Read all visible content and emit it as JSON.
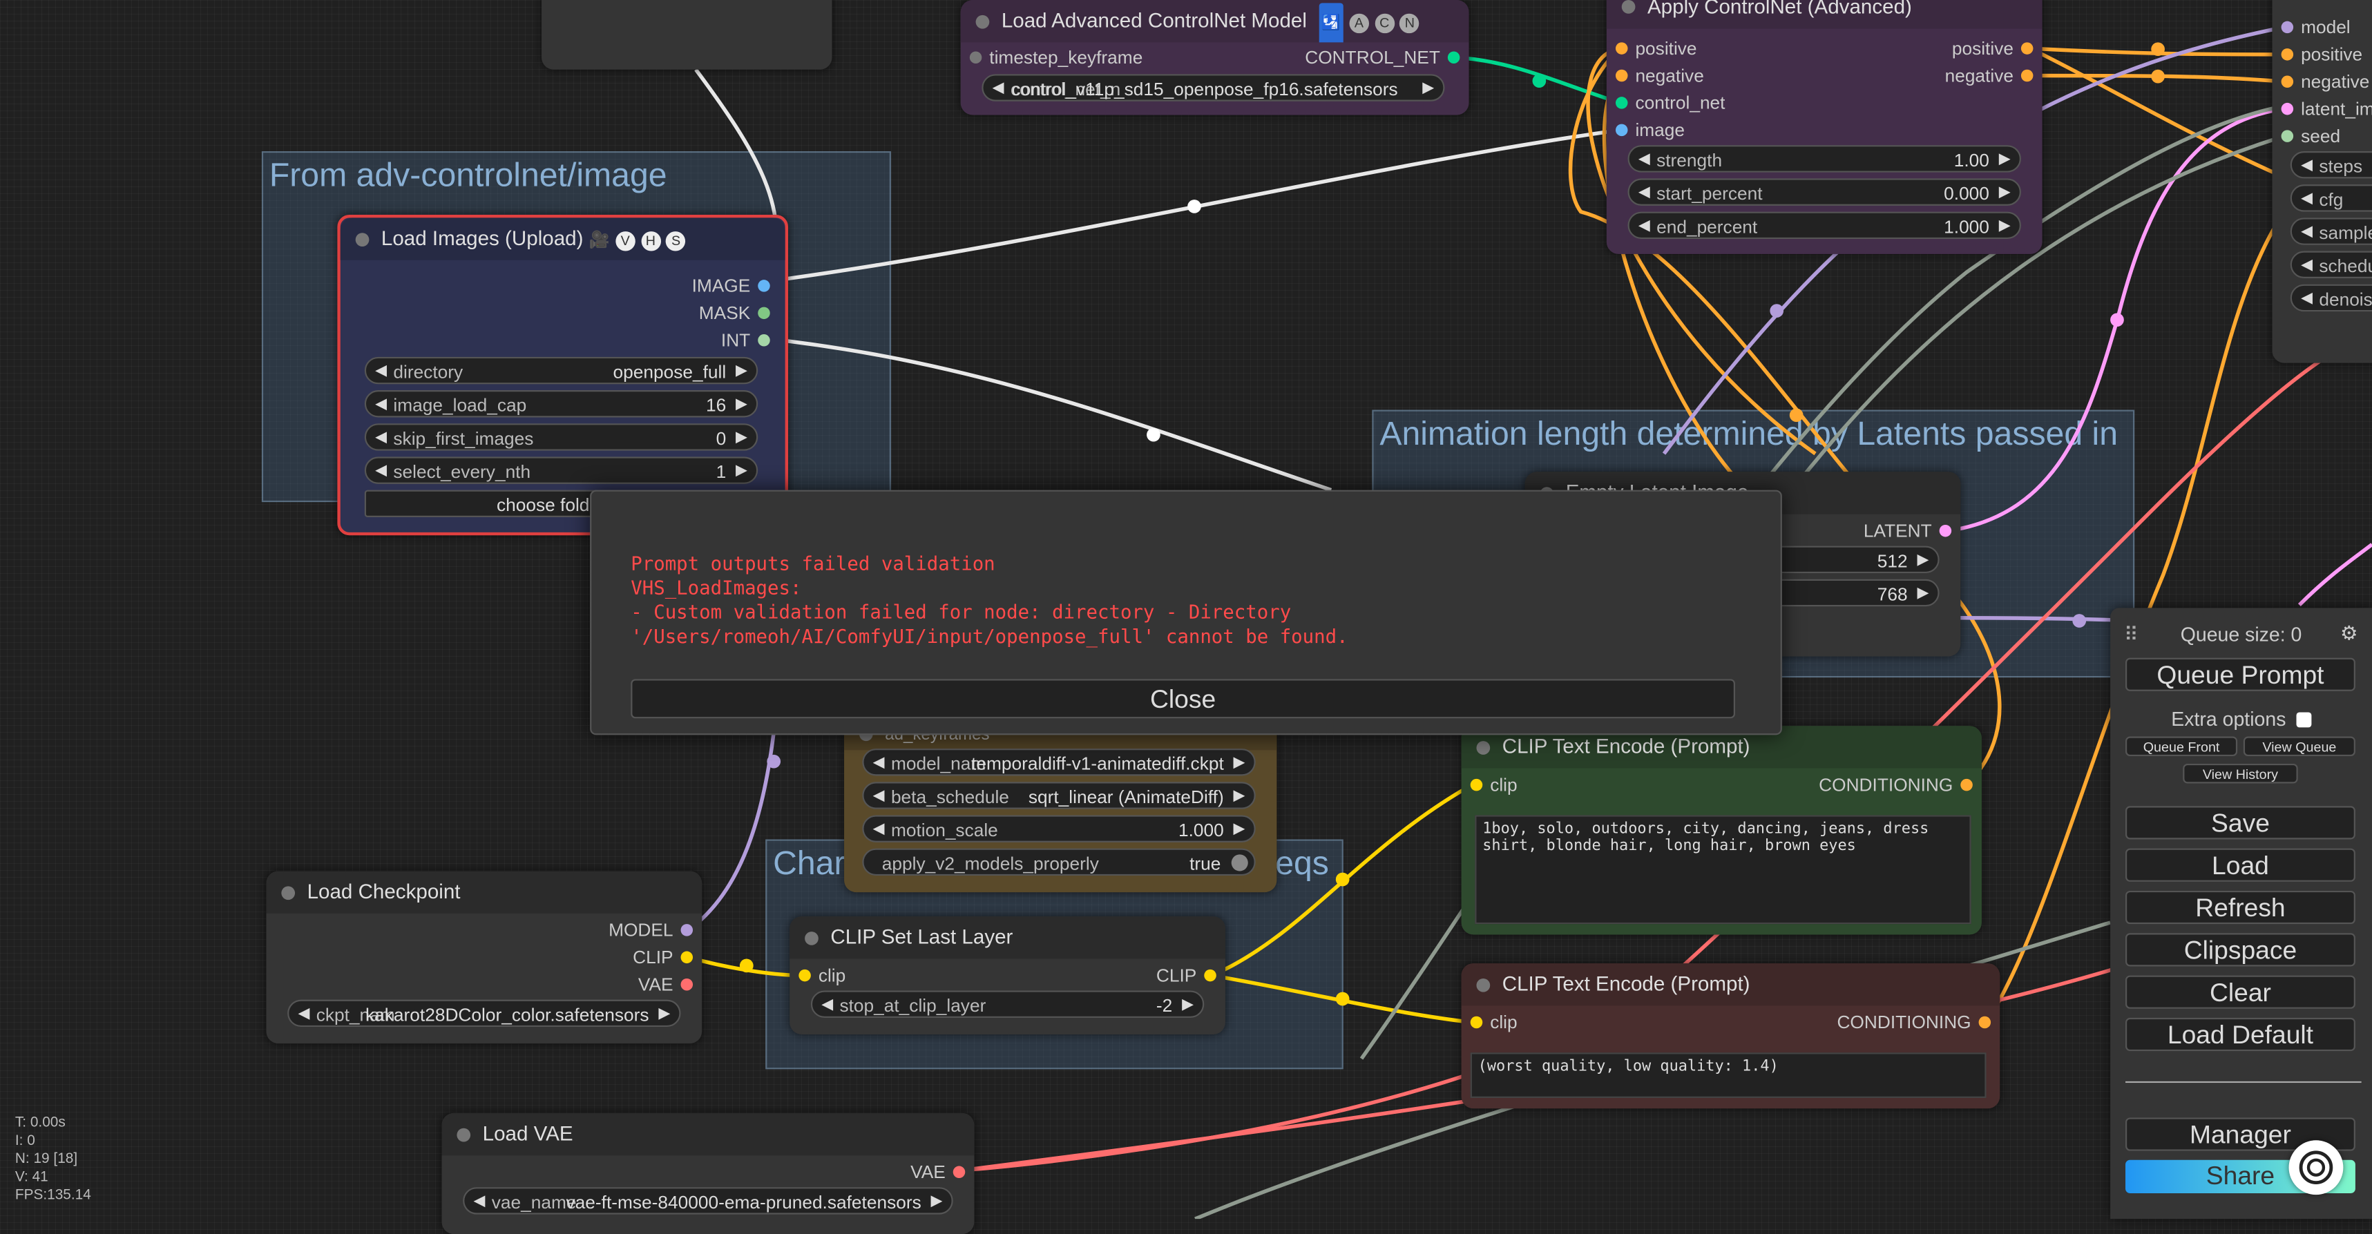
{
  "groups": {
    "adv_controlnet_image": "From adv-controlnet/image",
    "animation_length": "Animation length determined by Latents passed in",
    "change_fragment": "Char",
    "change_fragment_right": "eqs"
  },
  "nodes": {
    "load_advanced_controlnet": {
      "title": "Load Advanced ControlNet Model",
      "badges": [
        "🛂",
        "A",
        "C",
        "N"
      ],
      "input_timestep": "timestep_keyframe",
      "output_control_net": "CONTROL_NET",
      "widget_label": "control_net_n",
      "widget_value": "control_v11p_sd15_openpose_fp16.safetensors"
    },
    "apply_controlnet": {
      "title": "Apply ControlNet (Advanced)",
      "inputs": [
        "positive",
        "negative",
        "control_net",
        "image"
      ],
      "outputs": [
        "positive",
        "negative"
      ],
      "widgets": [
        {
          "label": "strength",
          "value": "1.00"
        },
        {
          "label": "start_percent",
          "value": "0.000"
        },
        {
          "label": "end_percent",
          "value": "1.000"
        }
      ]
    },
    "ksampler": {
      "inputs": [
        "model",
        "positive",
        "negative",
        "latent_ima",
        "seed"
      ],
      "widgets": [
        "steps",
        "cfg",
        "sample",
        "schedu",
        "denois"
      ]
    },
    "load_images": {
      "title": "Load Images (Upload)",
      "badges": [
        "🎥",
        "V",
        "H",
        "S"
      ],
      "outputs": [
        "IMAGE",
        "MASK",
        "INT"
      ],
      "widgets": [
        {
          "label": "directory",
          "value": "openpose_full"
        },
        {
          "label": "image_load_cap",
          "value": "16"
        },
        {
          "label": "skip_first_images",
          "value": "0"
        },
        {
          "label": "select_every_nth",
          "value": "1"
        }
      ],
      "choose_button": "choose folder to"
    },
    "empty_latent": {
      "title": "Empty Latent Image",
      "output": "LATENT",
      "widgets": [
        "512",
        "768"
      ]
    },
    "ad_keyframes": {
      "title": "ad_keyframes",
      "widgets": [
        {
          "label": "model_nam",
          "value": "temporaldiff-v1-animatediff.ckpt"
        },
        {
          "label": "beta_schedule",
          "value": "sqrt_linear (AnimateDiff)"
        },
        {
          "label": "motion_scale",
          "value": "1.000"
        }
      ],
      "toggle_label": "apply_v2_models_properly",
      "toggle_value": "true"
    },
    "clip_encode_positive": {
      "title": "CLIP Text Encode (Prompt)",
      "input": "clip",
      "output": "CONDITIONING",
      "text": "1boy, solo, outdoors, city, dancing, jeans, dress shirt, blonde hair, long hair, brown eyes"
    },
    "clip_encode_negative": {
      "title": "CLIP Text Encode (Prompt)",
      "input": "clip",
      "output": "CONDITIONING",
      "text": "(worst quality, low quality: 1.4)"
    },
    "load_checkpoint": {
      "title": "Load Checkpoint",
      "outputs": [
        "MODEL",
        "CLIP",
        "VAE"
      ],
      "widget_label": "ckpt_nam",
      "widget_value": "kakarot28DColor_color.safetensors"
    },
    "clip_set_last_layer": {
      "title": "CLIP Set Last Layer",
      "input": "clip",
      "output": "CLIP",
      "widget_label": "stop_at_clip_layer",
      "widget_value": "-2"
    },
    "load_vae": {
      "title": "Load VAE",
      "output": "VAE",
      "widget_label": "vae_name",
      "widget_value": "vae-ft-mse-840000-ema-pruned.safetensors"
    }
  },
  "error_modal": {
    "lines": [
      "Prompt outputs failed validation",
      "VHS_LoadImages:",
      "- Custom validation failed for node: directory - Directory",
      "'/Users/romeoh/AI/ComfyUI/input/openpose_full' cannot be found."
    ],
    "close_label": "Close"
  },
  "menu": {
    "queue_size": "Queue size: 0",
    "queue_prompt": "Queue Prompt",
    "extra_options": "Extra options",
    "queue_front": "Queue Front",
    "view_queue": "View Queue",
    "view_history": "View History",
    "save": "Save",
    "load": "Load",
    "refresh": "Refresh",
    "clipspace": "Clipspace",
    "clear": "Clear",
    "load_default": "Load Default",
    "manager": "Manager",
    "share": "Share"
  },
  "stats": {
    "t": "T: 0.00s",
    "i": "I: 0",
    "n": "N: 19 [18]",
    "v": "V: 41",
    "fps": "FPS:135.14"
  },
  "colors": {
    "image_slot": "#64b5f6",
    "mask_slot": "#81c784",
    "int_slot": "#a5d6a7",
    "control_net": "#00d78d",
    "conditioning": "#ffa931",
    "clip": "#ffd500",
    "vae": "#ff6e6e",
    "latent": "#ff9cf9",
    "model": "#b39ddb",
    "error_text": "#ff4b4b",
    "share_gradient_start": "#2196f3",
    "share_gradient_end": "#7ff7c9"
  }
}
